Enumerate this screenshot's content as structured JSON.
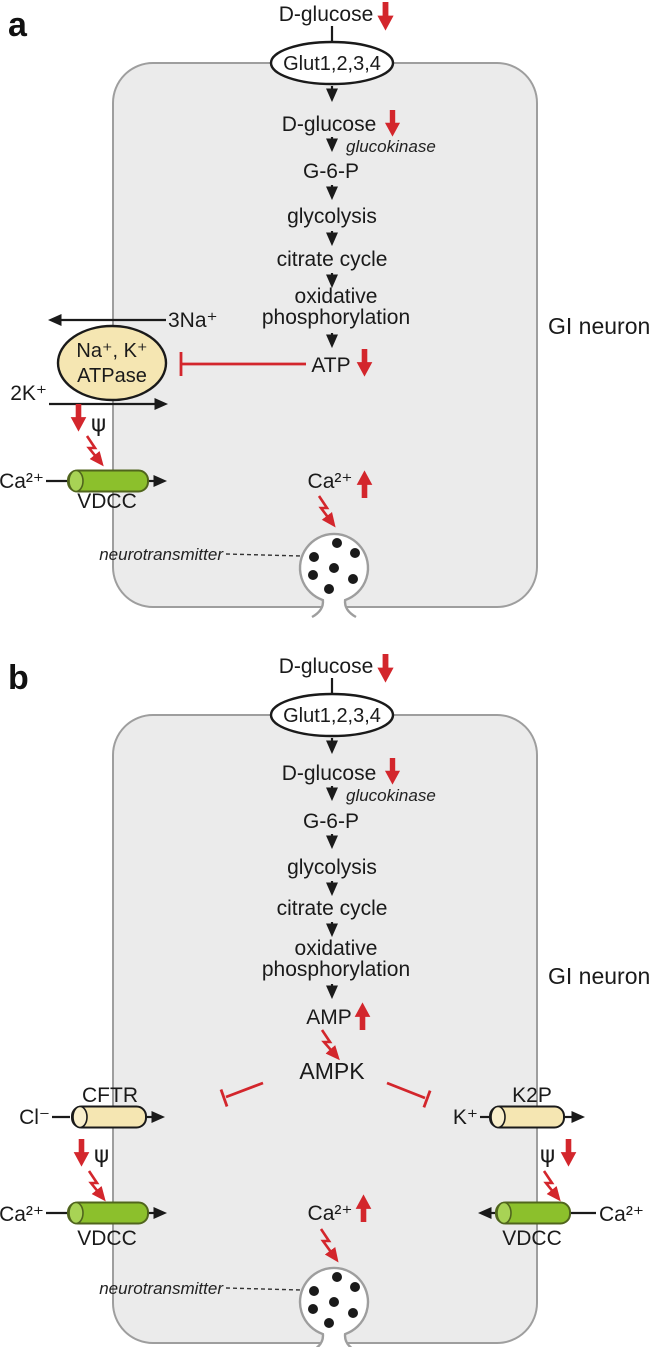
{
  "figure": {
    "description": "Glucose-inhibited (GI) neuron signaling pathway diagram, two panels",
    "cell_label": "GI neuron"
  },
  "colors": {
    "red_accent": "#d3262c",
    "cell_fill": "#ebebeb",
    "membrane_stroke": "#9e9e9e",
    "pump_fill": "#f5e6b2",
    "channel_fill": "#f5e6b2",
    "vdcc_fill": "#8cc02c",
    "text": "#1a1a1a"
  },
  "panel_a": {
    "label": "a",
    "cell_label": "GI neuron",
    "extracellular_glucose": "D-glucose",
    "transporter": "Glut1,2,3,4",
    "intracellular_glucose": "D-glucose",
    "enzyme": "glucokinase",
    "g6p": "G-6-P",
    "glycolysis": "glycolysis",
    "citrate_cycle": "citrate cycle",
    "oxidative_line1": "oxidative",
    "oxidative_line2": "phosphorylation",
    "atp": "ATP",
    "sodium_out": "3Na⁺",
    "pump_line1": "Na⁺, K⁺",
    "pump_line2": "ATPase",
    "potassium_in": "2K⁺",
    "membrane_potential": "ψ",
    "calcium_left": "Ca²⁺",
    "vdcc_label": "VDCC",
    "calcium_rise": "Ca²⁺",
    "neurotransmitter": "neurotransmitter"
  },
  "panel_b": {
    "label": "b",
    "cell_label": "GI neuron",
    "extracellular_glucose": "D-glucose",
    "transporter": "Glut1,2,3,4",
    "intracellular_glucose": "D-glucose",
    "enzyme": "glucokinase",
    "g6p": "G-6-P",
    "glycolysis": "glycolysis",
    "citrate_cycle": "citrate cycle",
    "oxidative_line1": "oxidative",
    "oxidative_line2": "phosphorylation",
    "amp": "AMP",
    "ampk": "AMPK",
    "cftr": "CFTR",
    "chloride": "Cl⁻",
    "k2p": "K2P",
    "potassium": "K⁺",
    "psi_left": "ψ",
    "psi_right": "ψ",
    "calcium_left": "Ca²⁺",
    "calcium_right": "Ca²⁺",
    "vdcc_left": "VDCC",
    "vdcc_right": "VDCC",
    "calcium_rise": "Ca²⁺",
    "neurotransmitter": "neurotransmitter"
  }
}
